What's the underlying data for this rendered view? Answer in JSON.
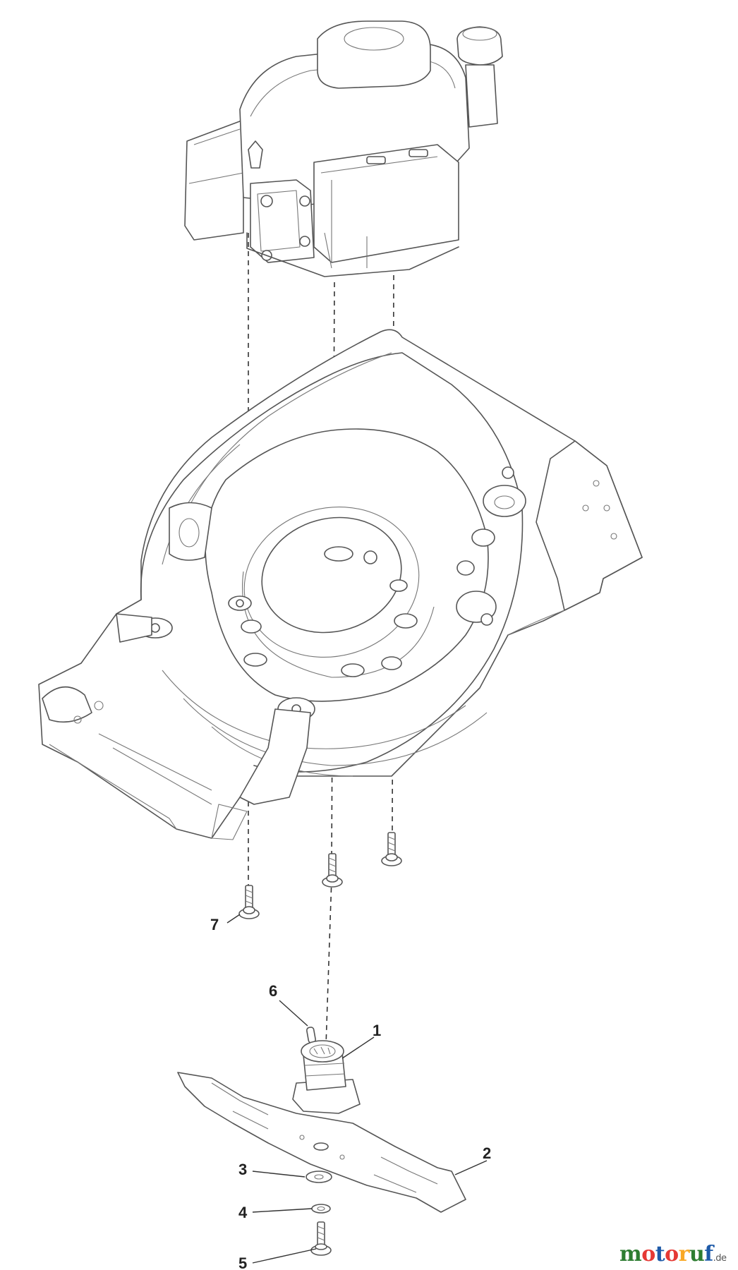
{
  "diagram": {
    "callouts": [
      {
        "id": "1",
        "label": "1"
      },
      {
        "id": "2",
        "label": "2"
      },
      {
        "id": "3",
        "label": "3"
      },
      {
        "id": "4",
        "label": "4"
      },
      {
        "id": "5",
        "label": "5"
      },
      {
        "id": "6",
        "label": "6"
      },
      {
        "id": "7",
        "label": "7"
      }
    ],
    "line_color": "#555555",
    "label_color": "#222222"
  },
  "watermark": {
    "letters": [
      "m",
      "o",
      "t",
      "o",
      "r",
      "u",
      "f"
    ],
    "suffix": ".de"
  }
}
